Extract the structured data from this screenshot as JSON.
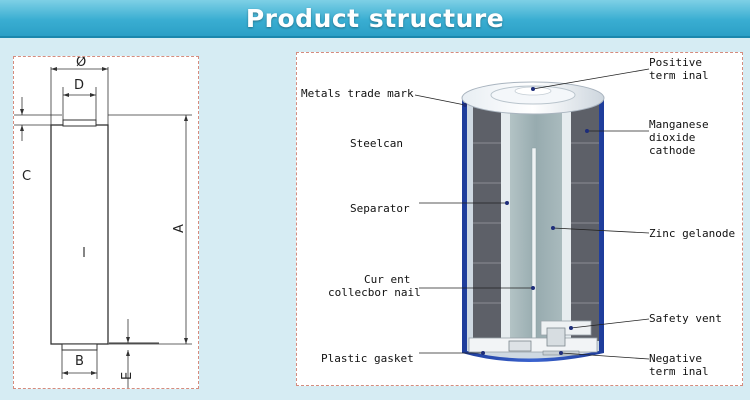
{
  "banner": {
    "title": "Product structure"
  },
  "dimensions": {
    "diameter": "Ø",
    "d": "D",
    "c": "C",
    "a": "A",
    "b": "B",
    "e": "E"
  },
  "labels": {
    "metals_trademark": "Metals trade mark",
    "steelcan": "Steelcan",
    "separator": "Separator",
    "current_collector_line1": "Cur ent",
    "current_collector_line2": "collecbor nail",
    "plastic_gasket": "Plastic gasket",
    "positive_terminal_line1": "Positive",
    "positive_terminal_line2": "term inal",
    "manganese_line1": "Manganese",
    "manganese_line2": "dioxide",
    "manganese_line3": "cathode",
    "zinc_gel_anode": "Zinc gelanode",
    "safety_vent": "Safety vent",
    "negative_terminal_line1": "Negative",
    "negative_terminal_line2": "term inal"
  },
  "colors": {
    "banner": "#3aaed2",
    "background": "#d6ecf3",
    "can_blue": "#2d4fb3",
    "cathode_gray": "#5d6068",
    "anode_gray": "#9fb1b4"
  }
}
